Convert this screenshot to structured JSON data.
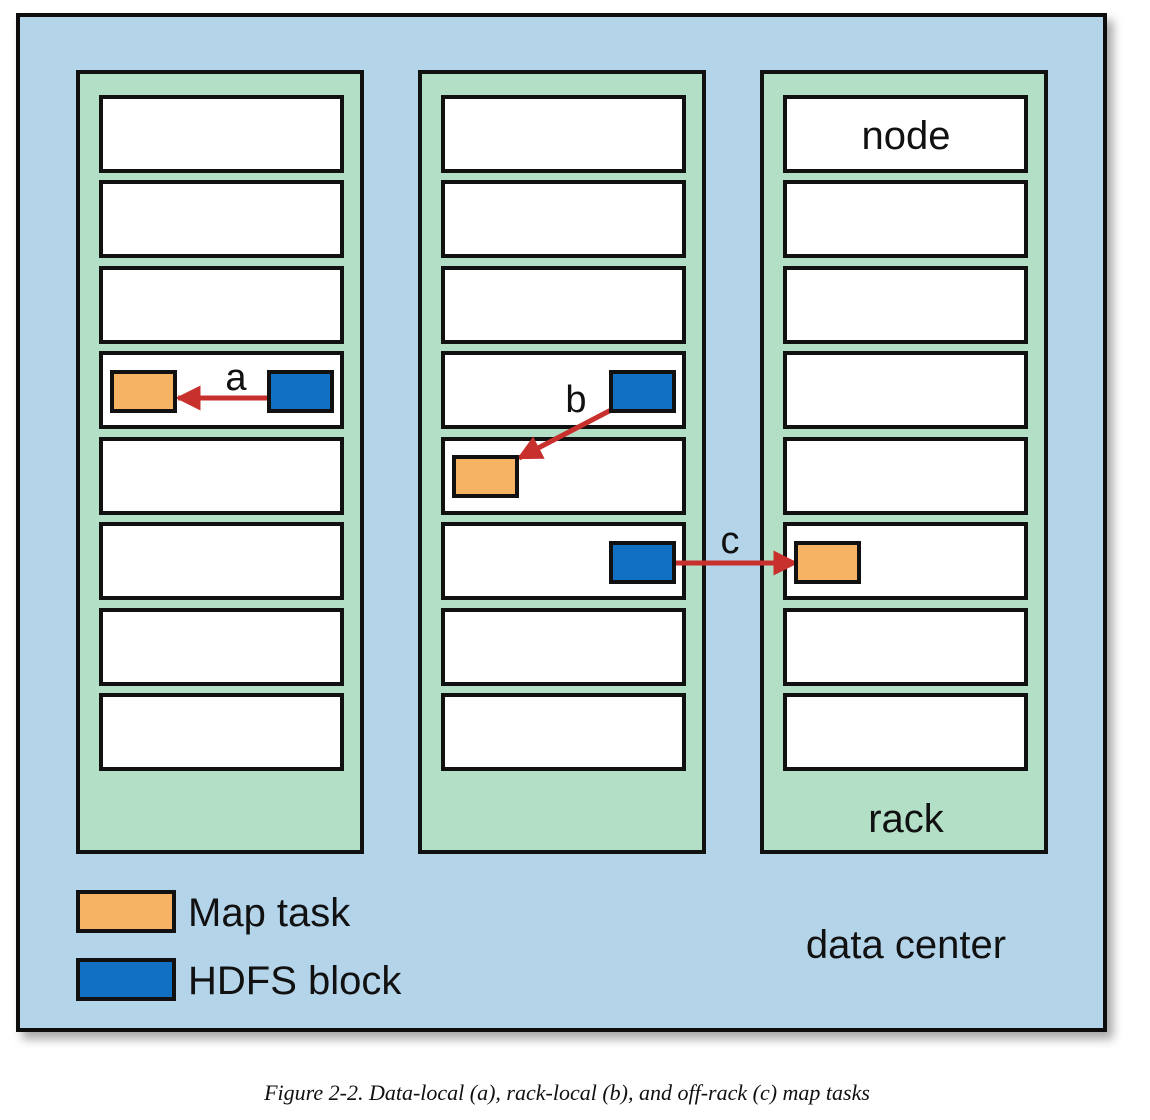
{
  "colors": {
    "data_center_fill": "#b4d4ea",
    "rack_fill": "#b2dfc6",
    "node_fill": "#ffffff",
    "map_task_fill": "#f7b364",
    "hdfs_block_fill": "#1170c2",
    "arrow": "#c8302d",
    "border": "#111111"
  },
  "labels": {
    "node": "node",
    "rack": "rack",
    "data_center": "data center",
    "arrow_a": "a",
    "arrow_b": "b",
    "arrow_c": "c"
  },
  "legend": {
    "map_task": "Map task",
    "hdfs_block": "HDFS block"
  },
  "racks": [
    {
      "nodes": 8
    },
    {
      "nodes": 8
    },
    {
      "nodes": 8
    }
  ],
  "tasks": [
    {
      "locality": "a",
      "block": {
        "rack": 1,
        "node": 4
      },
      "map_task": {
        "rack": 1,
        "node": 4
      }
    },
    {
      "locality": "b",
      "block": {
        "rack": 2,
        "node": 4
      },
      "map_task": {
        "rack": 2,
        "node": 5
      }
    },
    {
      "locality": "c",
      "block": {
        "rack": 2,
        "node": 6
      },
      "map_task": {
        "rack": 3,
        "node": 6
      }
    }
  ],
  "caption": "Figure 2-2. Data-local (a), rack-local (b), and off-rack (c) map tasks"
}
